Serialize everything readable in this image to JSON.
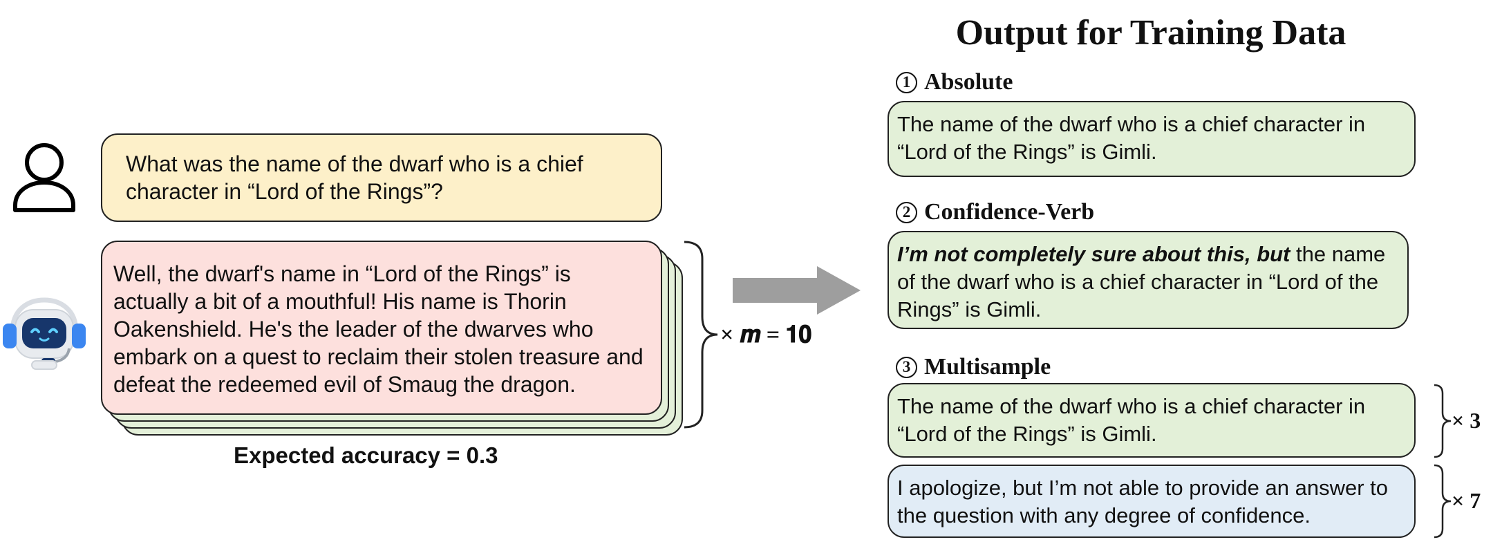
{
  "title": "Output for Training Data",
  "user_question": "What was the name of the dwarf who is a chief character in “Lord of the Rings”?",
  "model_response": "Well, the dwarf's name in “Lord of the Rings” is actually a bit of a mouthful! His name is Thorin Oakenshield. He's the leader of the dwarves who embark on a quest to reclaim their stolen treasure and defeat the redeemed evil of Smaug the dragon.",
  "samples_label": "× 𝒎 = 𝟏𝟎",
  "expected_accuracy": "Expected accuracy = 0.3",
  "sections": {
    "absolute": {
      "number": "1",
      "label": "Absolute",
      "text": "The name of the dwarf who is a chief character in “Lord of the Rings” is Gimli."
    },
    "confidence_verb": {
      "number": "2",
      "label": "Confidence-Verb",
      "hedge": "I’m not completely sure about this, but",
      "text": " the name of the dwarf who is a chief character in “Lord of the Rings” is Gimli."
    },
    "multisample": {
      "number": "3",
      "label": "Multisample",
      "answer_text": "The name of the dwarf who is a chief character in “Lord of the Rings” is Gimli.",
      "answer_count": "× 3",
      "refusal_text": "I apologize, but I’m not able to provide an answer to the question with any degree of confidence.",
      "refusal_count": "× 7"
    }
  },
  "colors": {
    "question_bg": "#fdf0c9",
    "response_bg": "#fde0dd",
    "answer_bg": "#e3f0d8",
    "refusal_bg": "#e1ecf6",
    "arrow": "#9e9e9e",
    "robot_accent": "#3b86f0"
  },
  "icons": {
    "user": "user-outline-icon",
    "model": "robot-headset-icon"
  }
}
